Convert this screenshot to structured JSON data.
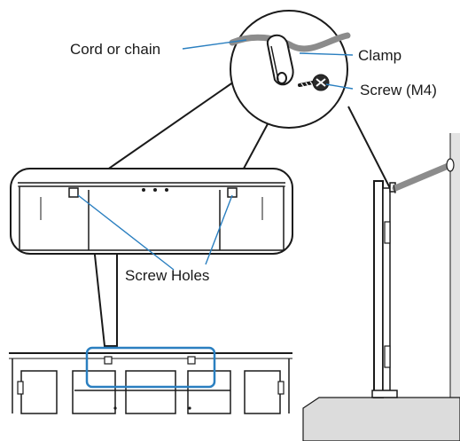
{
  "labels": {
    "cord_or_chain": "Cord or chain",
    "clamp": "Clamp",
    "screw": "Screw (M4)",
    "screw_holes": "Screw Holes"
  },
  "colors": {
    "callout_line": "#2a7fc0",
    "highlight_box": "#2a7fc0",
    "outline": "#1a1a1a",
    "cord": "#8c8c8c",
    "wall": "#e3e3e3",
    "floor": "#dcdcdc"
  },
  "icons": [
    "clamp-icon",
    "screw-icon"
  ]
}
